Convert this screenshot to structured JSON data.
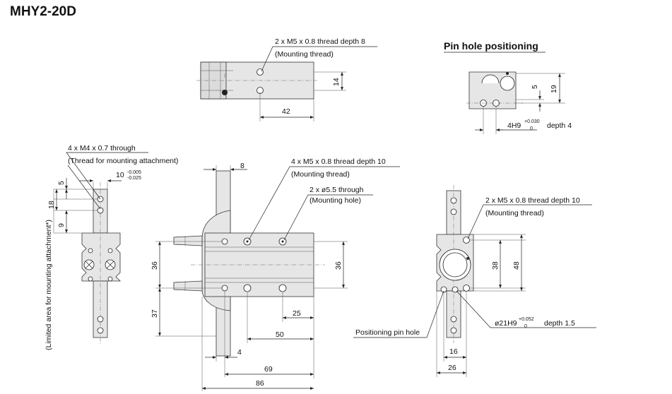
{
  "title": "MHY2-20D",
  "pin_hole_positioning": {
    "heading": "Pin hole positioning",
    "dims": {
      "d5": "5",
      "d19": "19"
    },
    "tolerance_label": "4H9",
    "tol_upper": "+0.030",
    "tol_lower": "0",
    "tolerance_suffix": "depth 4"
  },
  "top_view": {
    "thread_label": "2 x M5 x 0.8 thread depth 8",
    "thread_note": "(Mounting thread)",
    "dims": {
      "d14": "14",
      "d42": "42"
    }
  },
  "left_view": {
    "thread_label": "4 x M4 x 0.7 through",
    "thread_note": "(Thread for mounting attachment)",
    "dim_10": "10",
    "tol_upper": "-0.005",
    "tol_lower": "-0.025",
    "dims": {
      "d5": "5",
      "d18": "18",
      "d9": "9"
    },
    "limited_area_label": "(Limited area for mounting attachment*)"
  },
  "center_view": {
    "thread_label": "4 x M5 x 0.8 thread depth 10",
    "thread_note": "(Mounting thread)",
    "through_label": "2 x ø5.5 through",
    "through_note": "(Mounting hole)",
    "dims": {
      "d8": "8",
      "d36a": "36",
      "d36b": "36",
      "d37": "37",
      "d25": "25",
      "d50": "50",
      "d4": "4",
      "d69": "69",
      "d86": "86"
    }
  },
  "right_view": {
    "thread_label": "2 x M5 x 0.8 thread depth 10",
    "thread_note": "(Mounting thread)",
    "positioning_pin_hole": "Positioning pin hole",
    "bore_label": "ø21H9",
    "tol_upper": "+0.052",
    "tol_lower": "0",
    "bore_suffix": "depth 1.5",
    "dims": {
      "d38": "38",
      "d48": "48",
      "d16": "16",
      "d26": "26"
    }
  }
}
